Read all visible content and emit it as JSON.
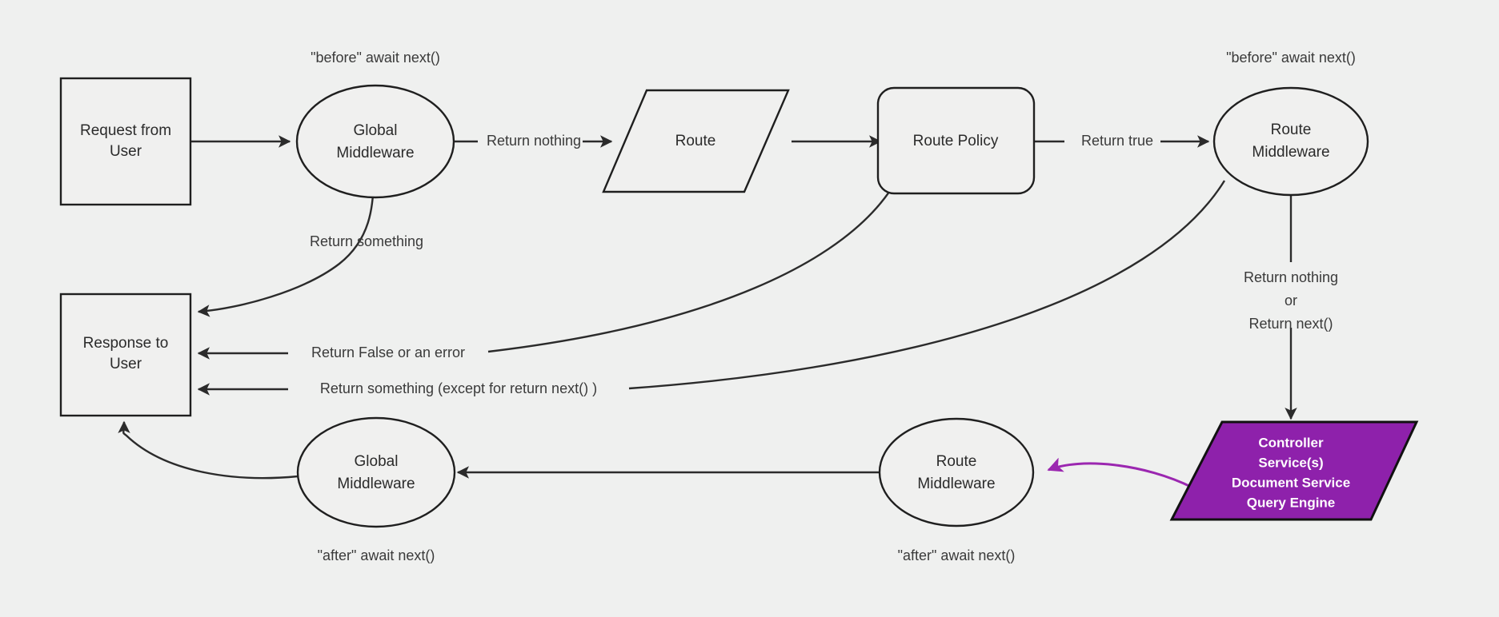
{
  "diagram": {
    "title": "Request lifecycle middleware flow",
    "background_color": "#eff0ef",
    "accent_color": "#8e21ab",
    "line_color": "#2b2b2b",
    "nodes": {
      "request_from_user": {
        "label_line1": "Request from",
        "label_line2": "User",
        "shape": "rectangle"
      },
      "global_middleware_before": {
        "label_line1": "Global",
        "label_line2": "Middleware",
        "shape": "ellipse"
      },
      "route": {
        "label_line1": "Route",
        "shape": "parallelogram"
      },
      "route_policy": {
        "label_line1": "Route Policy",
        "shape": "rounded-rectangle"
      },
      "route_middleware_before": {
        "label_line1": "Route",
        "label_line2": "Middleware",
        "shape": "ellipse"
      },
      "controller": {
        "label_line1": "Controller",
        "label_line2": "Service(s)",
        "label_line3": "Document Service",
        "label_line4": "Query Engine",
        "shape": "parallelogram",
        "fill": "#8e21ab"
      },
      "route_middleware_after": {
        "label_line1": "Route",
        "label_line2": "Middleware",
        "shape": "ellipse"
      },
      "global_middleware_after": {
        "label_line1": "Global",
        "label_line2": "Middleware",
        "shape": "ellipse"
      },
      "response_to_user": {
        "label_line1": "Response to",
        "label_line2": "User",
        "shape": "rectangle"
      }
    },
    "annotations": {
      "before_global": "\"before\" await next()",
      "before_route": "\"before\" await next()",
      "after_global": "\"after\" await next()",
      "after_route": "\"after\" await next()"
    },
    "edge_labels": {
      "return_nothing": "Return nothing",
      "return_true": "Return true",
      "return_something_top": "Return something",
      "return_false_or_error": "Return False or an error",
      "return_something_except": "Return something (except for return next() )",
      "return_nothing_or_next_l1": "Return nothing",
      "return_nothing_or_next_l2": "or",
      "return_nothing_or_next_l3": "Return next()"
    }
  }
}
